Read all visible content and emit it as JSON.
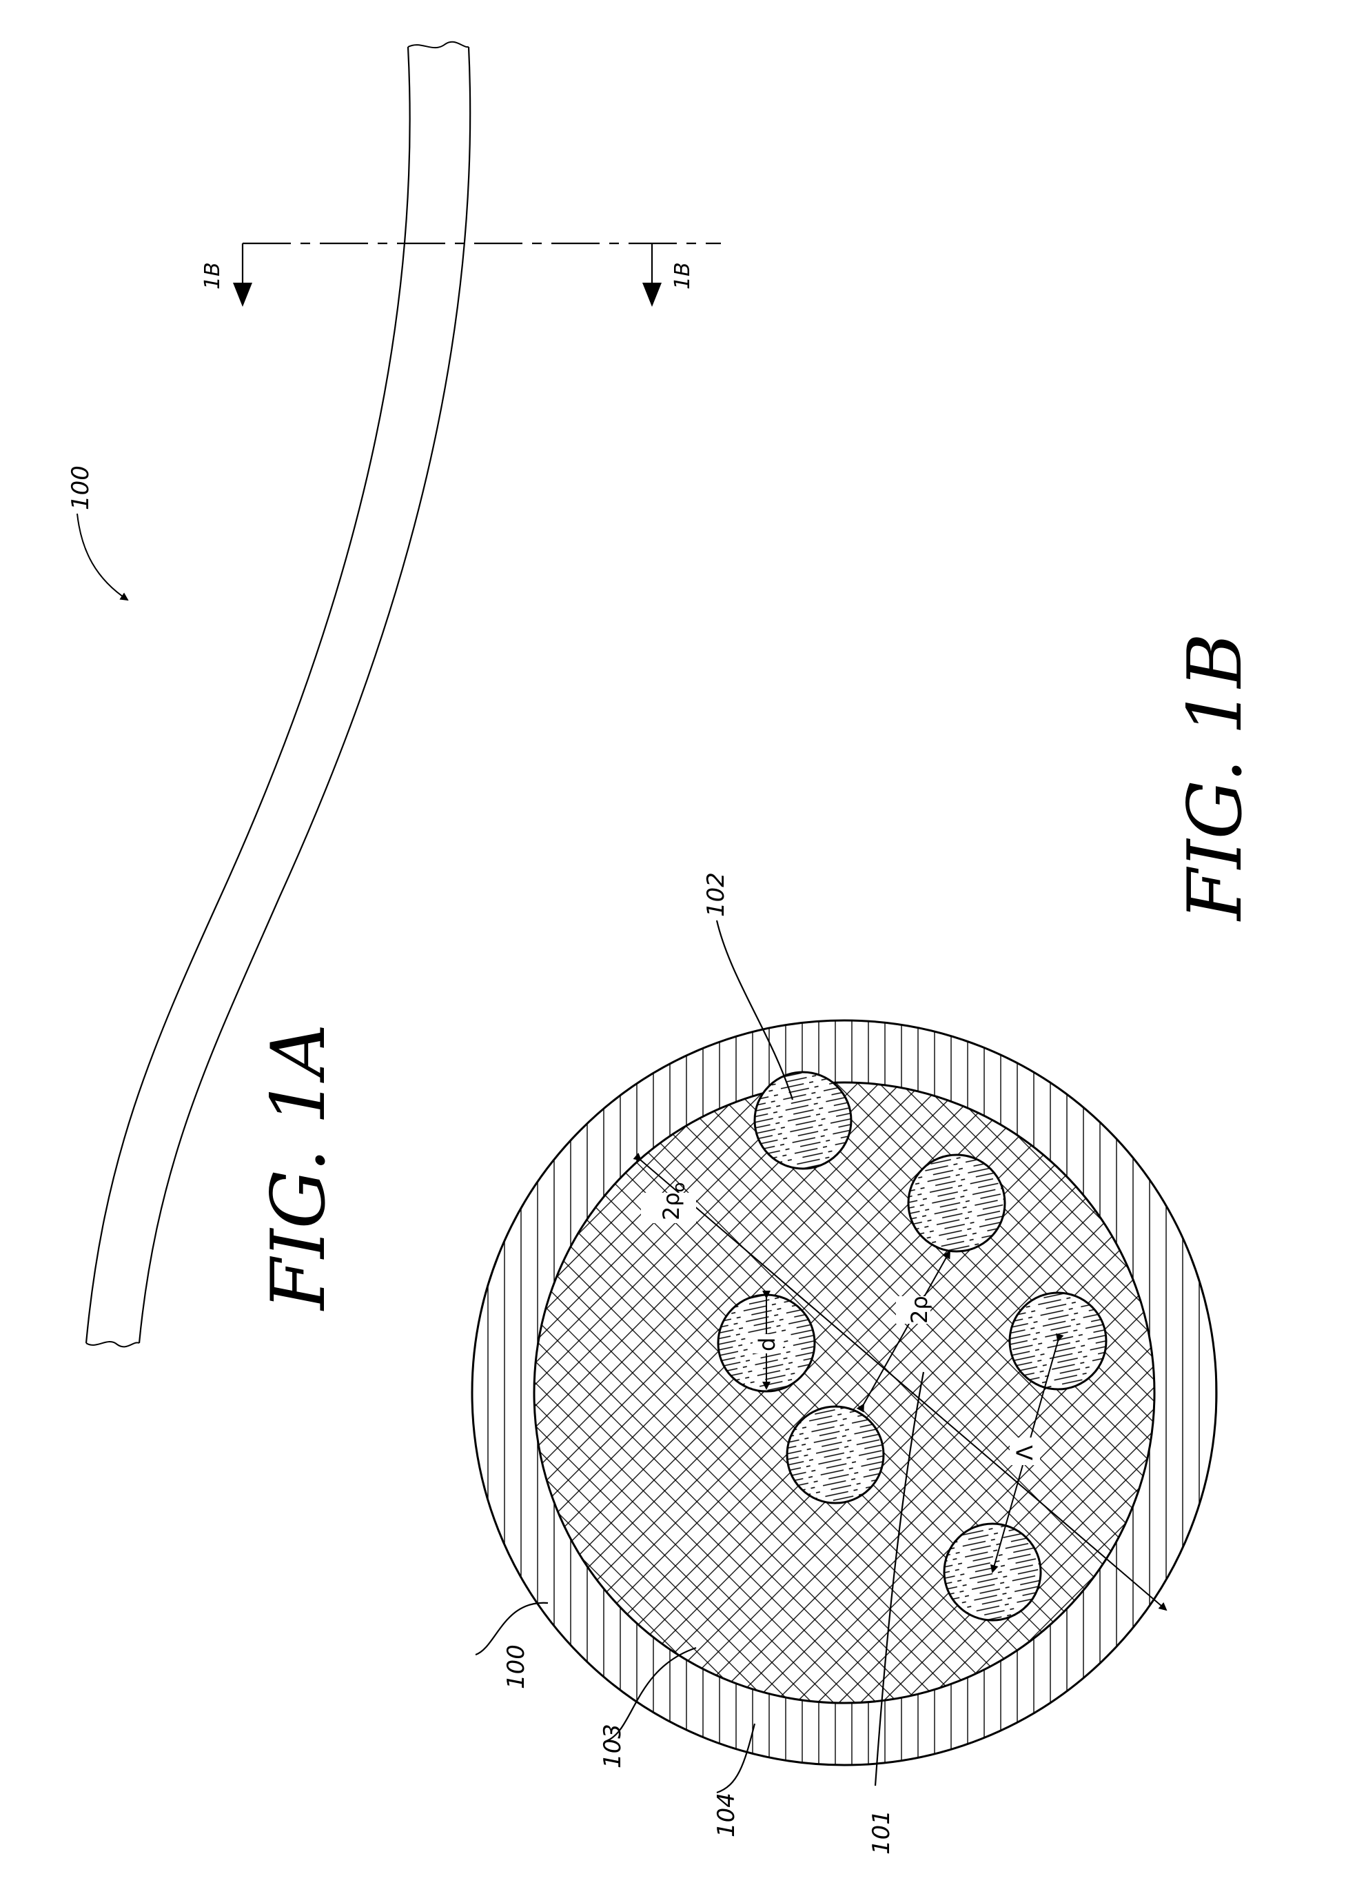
{
  "figures": {
    "fig_1a": "FIG.  1A",
    "fig_1b": "FIG.  1B"
  },
  "reference_numerals": {
    "fiber_view": "100",
    "fiber_cross": "100",
    "core": "101",
    "holes": "102",
    "inner_cladding": "103",
    "outer_jacket": "104"
  },
  "section_markers": {
    "left": "1B",
    "right": "1B"
  },
  "dimensions": {
    "hole_diameter": "d",
    "hole_pitch": "Λ",
    "core_diameter": "2ρ",
    "cladding_diameter": "2ρ",
    "cladding_subscript": "o"
  }
}
